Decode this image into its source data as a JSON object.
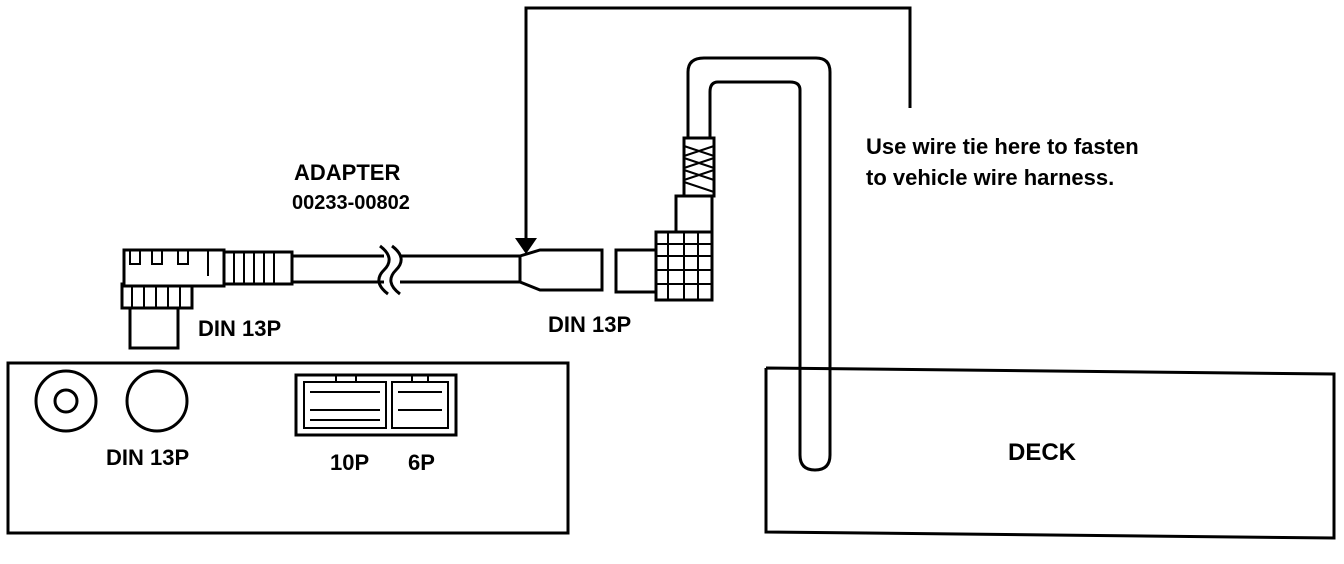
{
  "labels": {
    "adapter_title": "ADAPTER",
    "adapter_part": "00233-00802",
    "connector_left": "DIN 13P",
    "connector_mid": "DIN 13P",
    "unit_din": "DIN 13P",
    "unit_10p": "10P",
    "unit_6p": "6P",
    "deck": "DECK",
    "note_line1": "Use wire tie here to fasten",
    "note_line2": "to vehicle wire harness."
  }
}
